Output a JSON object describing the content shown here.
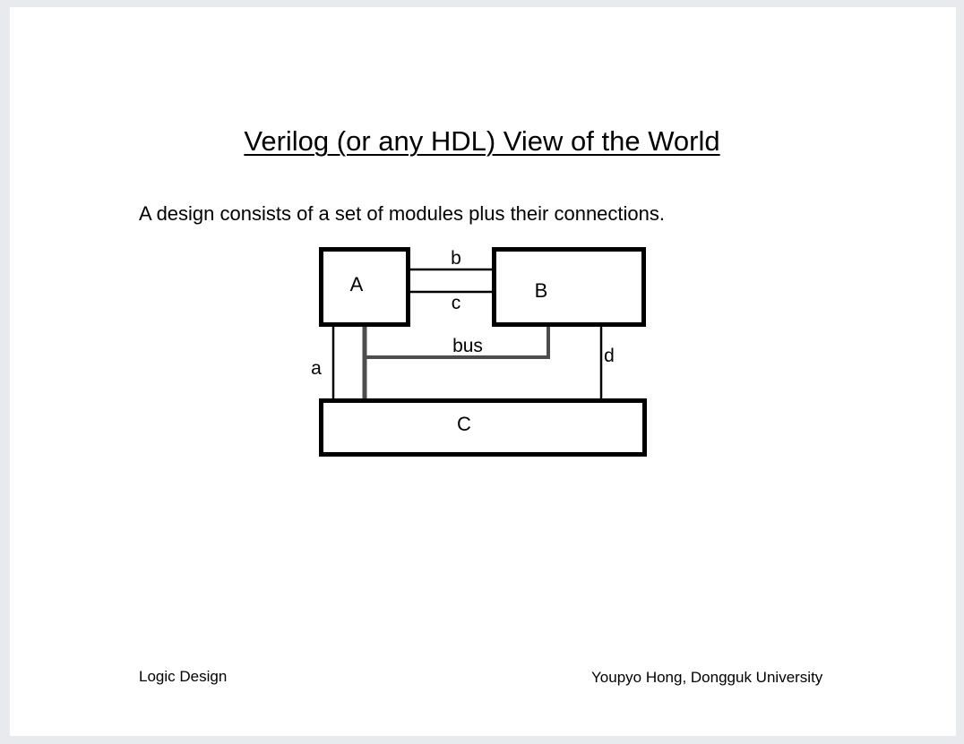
{
  "slide": {
    "title": "Verilog (or any HDL) View of the World",
    "subtitle": "A design consists of a set of modules plus their connections."
  },
  "diagram": {
    "modules": {
      "a": "A",
      "b": "B",
      "c": "C"
    },
    "wires": {
      "b": "b",
      "c": "c",
      "bus": "bus",
      "a": "a",
      "d": "d"
    },
    "colors": {
      "module_stroke": "#000000",
      "wire": "#000000",
      "bus": "#4d4d4d"
    }
  },
  "footer": {
    "left": "Logic Design",
    "right": "Youpyo Hong, Dongguk University"
  }
}
